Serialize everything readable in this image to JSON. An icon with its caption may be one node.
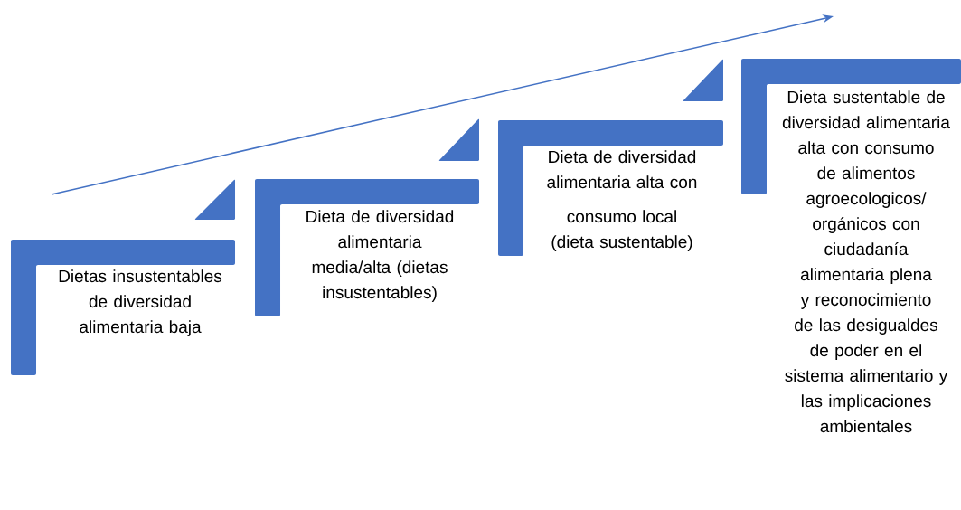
{
  "diagram": {
    "nodes": [
      {
        "text": [
          "Dietas insustentables de diversidad alimentaria baja"
        ]
      },
      {
        "text": [
          "Dieta de diversidad alimentaria media/alta (dietas insustentables)"
        ]
      },
      {
        "text": [
          "Dieta de diversidad alimentaria alta con",
          "consumo local (dieta sustentable)"
        ]
      },
      {
        "text": [
          "Dieta sustentable de diversidad alimentaria alta con consumo de alimentos agroecologicos/ orgánicos con ciudadanía alimentaria plena y reconocimiento de las desigualdes de poder en el sistema alimentario y las implicaciones ambientales"
        ]
      }
    ]
  }
}
